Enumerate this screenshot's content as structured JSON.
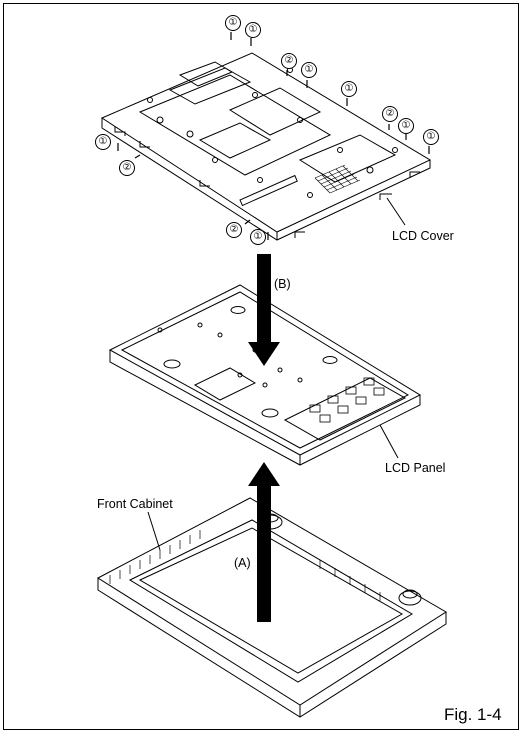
{
  "labels": {
    "lcd_cover": "LCD Cover",
    "lcd_panel": "LCD Panel",
    "front_cabinet": "Front Cabinet",
    "arrow_a": "(A)",
    "arrow_b": "(B)",
    "figure": "Fig. 1-4"
  },
  "callouts": [
    "①",
    "①",
    "②",
    "①",
    "①",
    "②",
    "①",
    "①",
    "①",
    "②",
    "②",
    "①"
  ]
}
